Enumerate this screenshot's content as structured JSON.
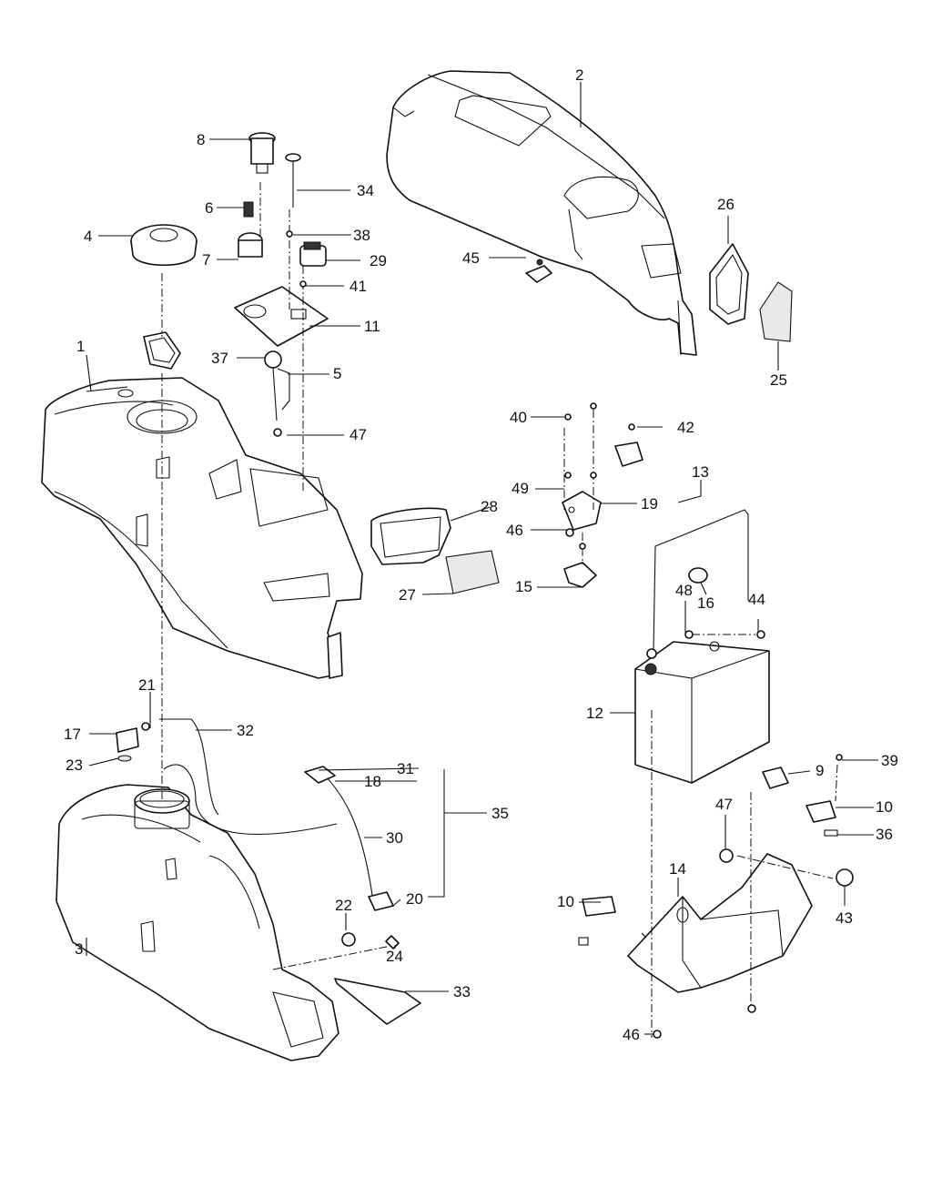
{
  "diagram": {
    "callouts": [
      {
        "id": "c1",
        "label": "1"
      },
      {
        "id": "c2",
        "label": "2"
      },
      {
        "id": "c3",
        "label": "3"
      },
      {
        "id": "c4",
        "label": "4"
      },
      {
        "id": "c5",
        "label": "5"
      },
      {
        "id": "c6",
        "label": "6"
      },
      {
        "id": "c7",
        "label": "7"
      },
      {
        "id": "c8",
        "label": "8"
      },
      {
        "id": "c9",
        "label": "9"
      },
      {
        "id": "c10a",
        "label": "10"
      },
      {
        "id": "c10b",
        "label": "10"
      },
      {
        "id": "c11",
        "label": "11"
      },
      {
        "id": "c12",
        "label": "12"
      },
      {
        "id": "c13",
        "label": "13"
      },
      {
        "id": "c14",
        "label": "14"
      },
      {
        "id": "c15",
        "label": "15"
      },
      {
        "id": "c16",
        "label": "16"
      },
      {
        "id": "c17",
        "label": "17"
      },
      {
        "id": "c18",
        "label": "18"
      },
      {
        "id": "c19",
        "label": "19"
      },
      {
        "id": "c20",
        "label": "20"
      },
      {
        "id": "c21",
        "label": "21"
      },
      {
        "id": "c22",
        "label": "22"
      },
      {
        "id": "c23",
        "label": "23"
      },
      {
        "id": "c24",
        "label": "24"
      },
      {
        "id": "c25",
        "label": "25"
      },
      {
        "id": "c26",
        "label": "26"
      },
      {
        "id": "c27",
        "label": "27"
      },
      {
        "id": "c28",
        "label": "28"
      },
      {
        "id": "c29",
        "label": "29"
      },
      {
        "id": "c30",
        "label": "30"
      },
      {
        "id": "c31",
        "label": "31"
      },
      {
        "id": "c32",
        "label": "32"
      },
      {
        "id": "c33",
        "label": "33"
      },
      {
        "id": "c34",
        "label": "34"
      },
      {
        "id": "c35",
        "label": "35"
      },
      {
        "id": "c36",
        "label": "36"
      },
      {
        "id": "c37",
        "label": "37"
      },
      {
        "id": "c38",
        "label": "38"
      },
      {
        "id": "c39",
        "label": "39"
      },
      {
        "id": "c40",
        "label": "40"
      },
      {
        "id": "c41",
        "label": "41"
      },
      {
        "id": "c42",
        "label": "42"
      },
      {
        "id": "c43",
        "label": "43"
      },
      {
        "id": "c44",
        "label": "44"
      },
      {
        "id": "c45",
        "label": "45"
      },
      {
        "id": "c46a",
        "label": "46"
      },
      {
        "id": "c46b",
        "label": "46"
      },
      {
        "id": "c47a",
        "label": "47"
      },
      {
        "id": "c47b",
        "label": "47"
      },
      {
        "id": "c48",
        "label": "48"
      },
      {
        "id": "c49",
        "label": "49"
      }
    ]
  }
}
